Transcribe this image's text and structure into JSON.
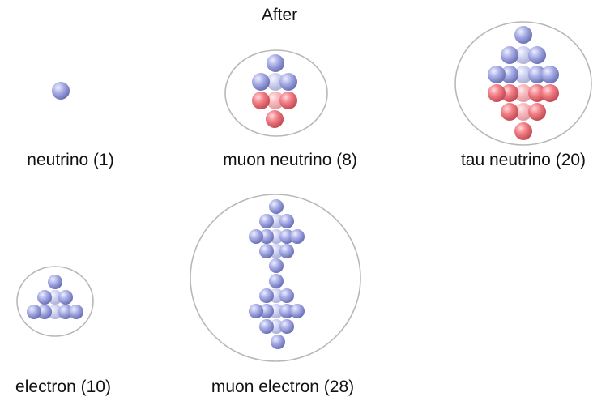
{
  "title": "After",
  "particles": [
    {
      "id": "neutrino",
      "label": "neutrino (1)",
      "enclosed": false
    },
    {
      "id": "muon-neutrino",
      "label": "muon neutrino (8)",
      "enclosed": true
    },
    {
      "id": "tau-neutrino",
      "label": "tau neutrino (20)",
      "enclosed": true
    },
    {
      "id": "electron",
      "label": "electron (10)",
      "enclosed": true
    },
    {
      "id": "muon-electron",
      "label": "muon electron (28)",
      "enclosed": true
    }
  ],
  "colors": {
    "blue_sphere": "#a9aee6",
    "red_sphere": "#f27f86",
    "circle_stroke": "#b8b8b8"
  }
}
